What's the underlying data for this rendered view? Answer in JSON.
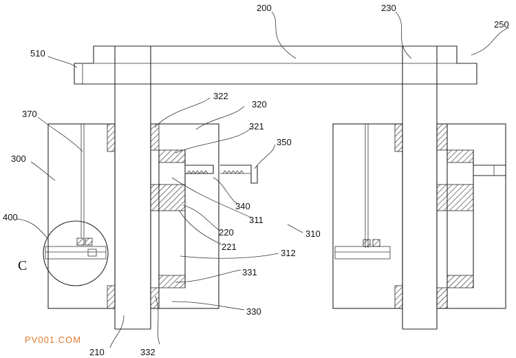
{
  "labels": {
    "l200": "200",
    "l230": "230",
    "l250": "250",
    "l510": "510",
    "l322": "322",
    "l320": "320",
    "l321": "321",
    "l370": "370",
    "l300": "300",
    "l350": "350",
    "l400": "400",
    "l340": "340",
    "l311": "311",
    "l310": "310",
    "l220": "220",
    "l221": "221",
    "l312": "312",
    "l331": "331",
    "l330": "330",
    "l210": "210",
    "l332": "332"
  },
  "detail_label": "C",
  "watermark": "PV001.COM",
  "colors": {
    "line": "#222222",
    "watermark": "#e07a2e"
  }
}
